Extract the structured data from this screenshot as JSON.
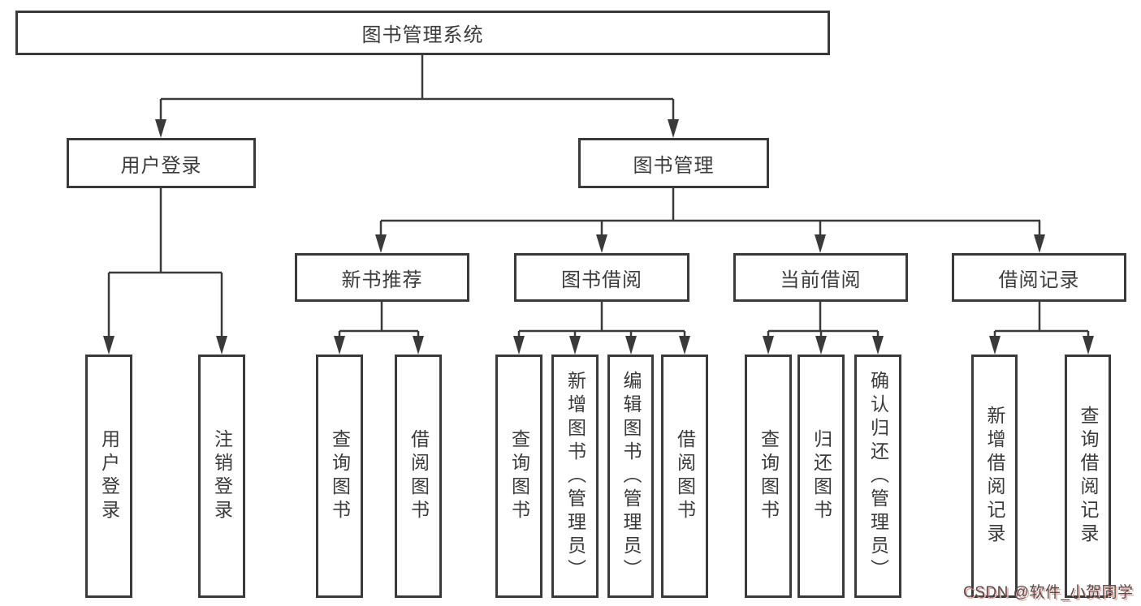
{
  "diagram_title": "图书管理系统",
  "tree": {
    "label": "图书管理系统",
    "children": [
      {
        "label": "用户登录",
        "children": [
          {
            "label": "用户登录"
          },
          {
            "label": "注销登录"
          }
        ]
      },
      {
        "label": "图书管理",
        "children": [
          {
            "label": "新书推荐",
            "children": [
              {
                "label": "查询图书"
              },
              {
                "label": "借阅图书"
              }
            ]
          },
          {
            "label": "图书借阅",
            "children": [
              {
                "label": "查询图书"
              },
              {
                "label": "新增图书（管理员）"
              },
              {
                "label": "编辑图书（管理员）"
              },
              {
                "label": "借阅图书"
              }
            ]
          },
          {
            "label": "当前借阅",
            "children": [
              {
                "label": "查询图书"
              },
              {
                "label": "归还图书"
              },
              {
                "label": "确认归还（管理员）"
              }
            ]
          },
          {
            "label": "借阅记录",
            "children": [
              {
                "label": "新增借阅记录"
              },
              {
                "label": "查询借阅记录"
              }
            ]
          }
        ]
      }
    ]
  },
  "watermark": {
    "text": "CSDN @软件_小贺同学"
  },
  "colors": {
    "line": "#3a3a3a",
    "text": "#3b3b3b",
    "bg": "#ffffff",
    "wm_text": "#4f4f4f",
    "wm_glow": "#f0a9a0"
  }
}
